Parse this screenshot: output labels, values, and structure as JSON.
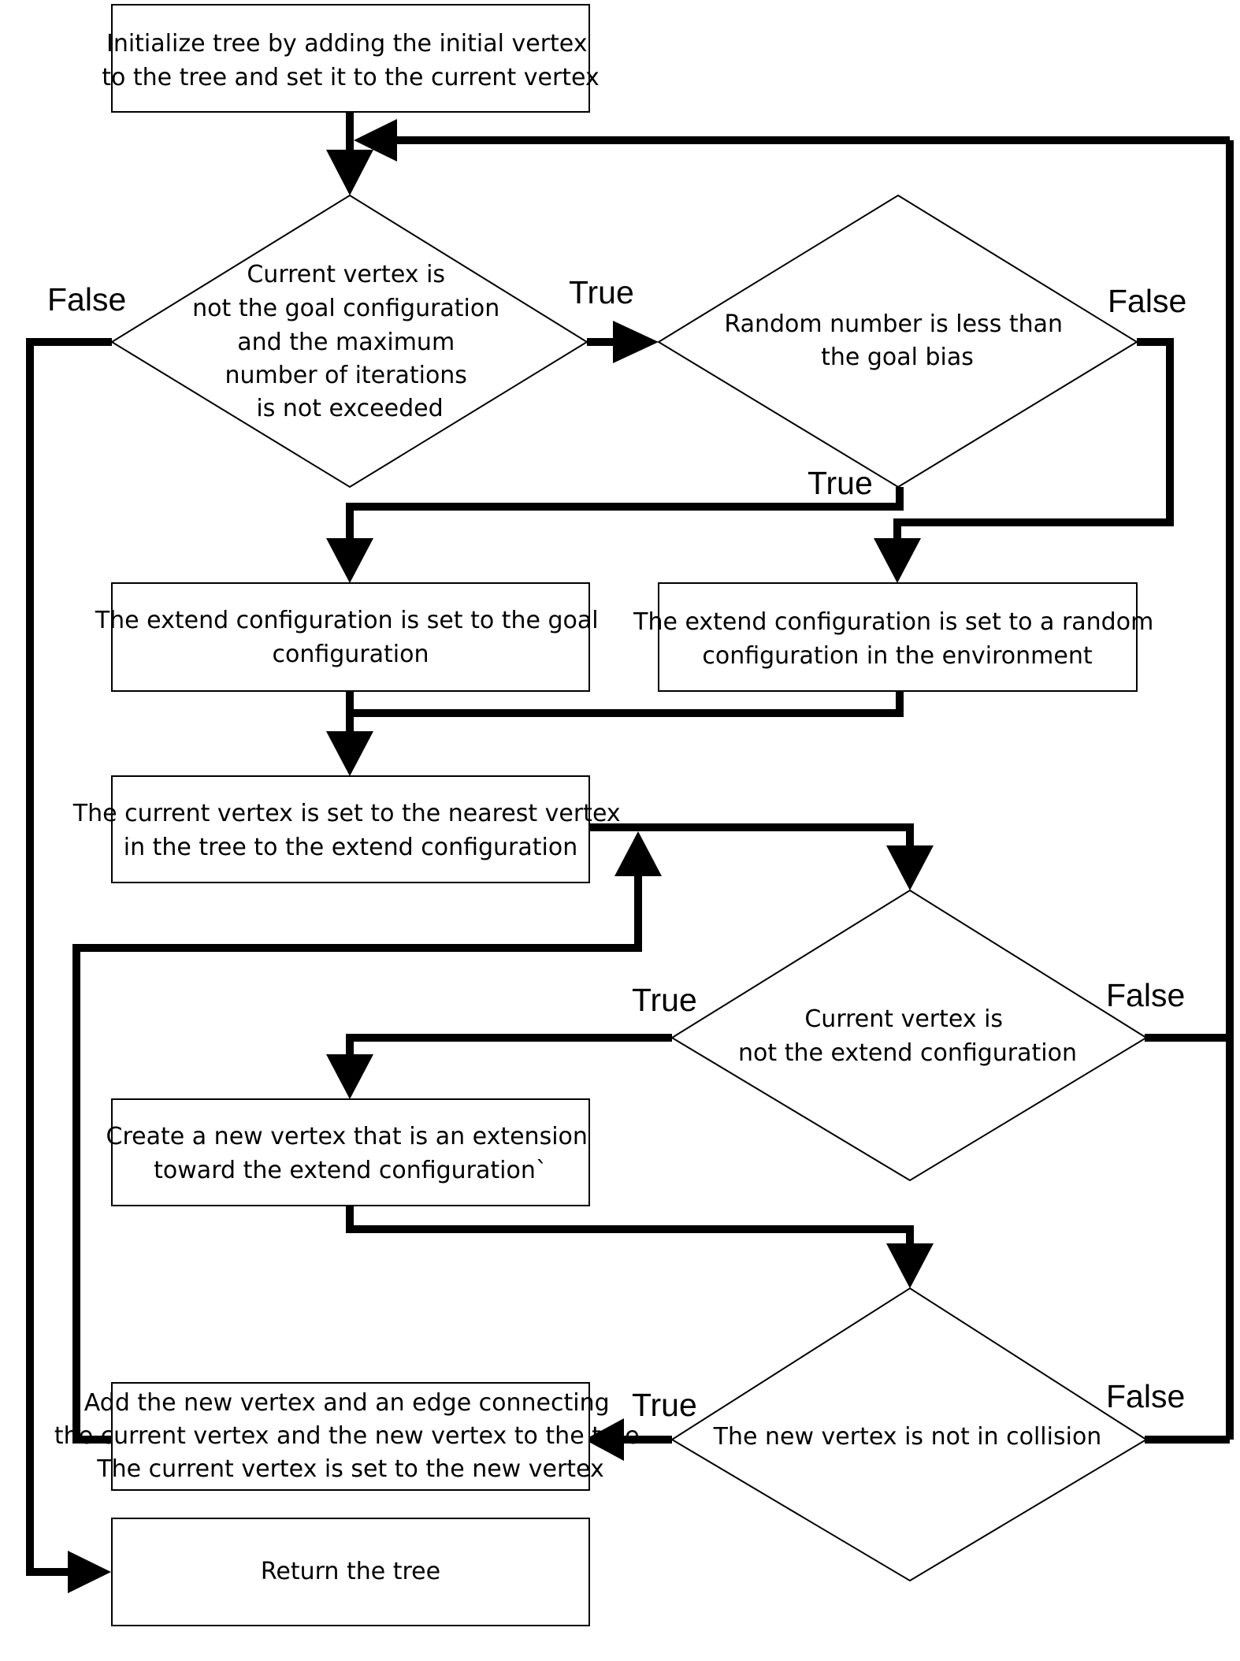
{
  "nodes": {
    "init": [
      "Initialize tree by adding the initial vertex",
      "to the tree and set it to the current vertex"
    ],
    "loop_check": [
      "Current vertex is",
      "not the goal configuration",
      "and the maximum",
      "number of iterations",
      "is not exceeded"
    ],
    "goal_bias": [
      "Random number is less than",
      "the goal bias"
    ],
    "extend_goal": [
      "The extend configuration is set to the goal",
      "configuration"
    ],
    "extend_random": [
      "The extend configuration is set to a random",
      "configuration in the environment"
    ],
    "nearest": [
      "The current vertex is set to the nearest vertex",
      "in the tree to the extend configuration"
    ],
    "not_extend": [
      "Current vertex is",
      "not the extend configuration"
    ],
    "new_vertex": [
      "Create a new vertex that is an extension",
      "toward the extend configuration`"
    ],
    "no_collision": [
      "The new vertex is not in collision"
    ],
    "add_vertex": [
      "Add the new vertex and an edge connecting",
      "the current vertex and the new vertex to the tree",
      "The current vertex is set to the new vertex"
    ],
    "return_tree": [
      "Return the tree"
    ]
  },
  "edge_labels": {
    "loop_false": "False",
    "loop_true": "True",
    "bias_false": "False",
    "bias_true": "True",
    "extend_true": "True",
    "extend_false": "False",
    "collision_true": "True",
    "collision_false": "False"
  }
}
